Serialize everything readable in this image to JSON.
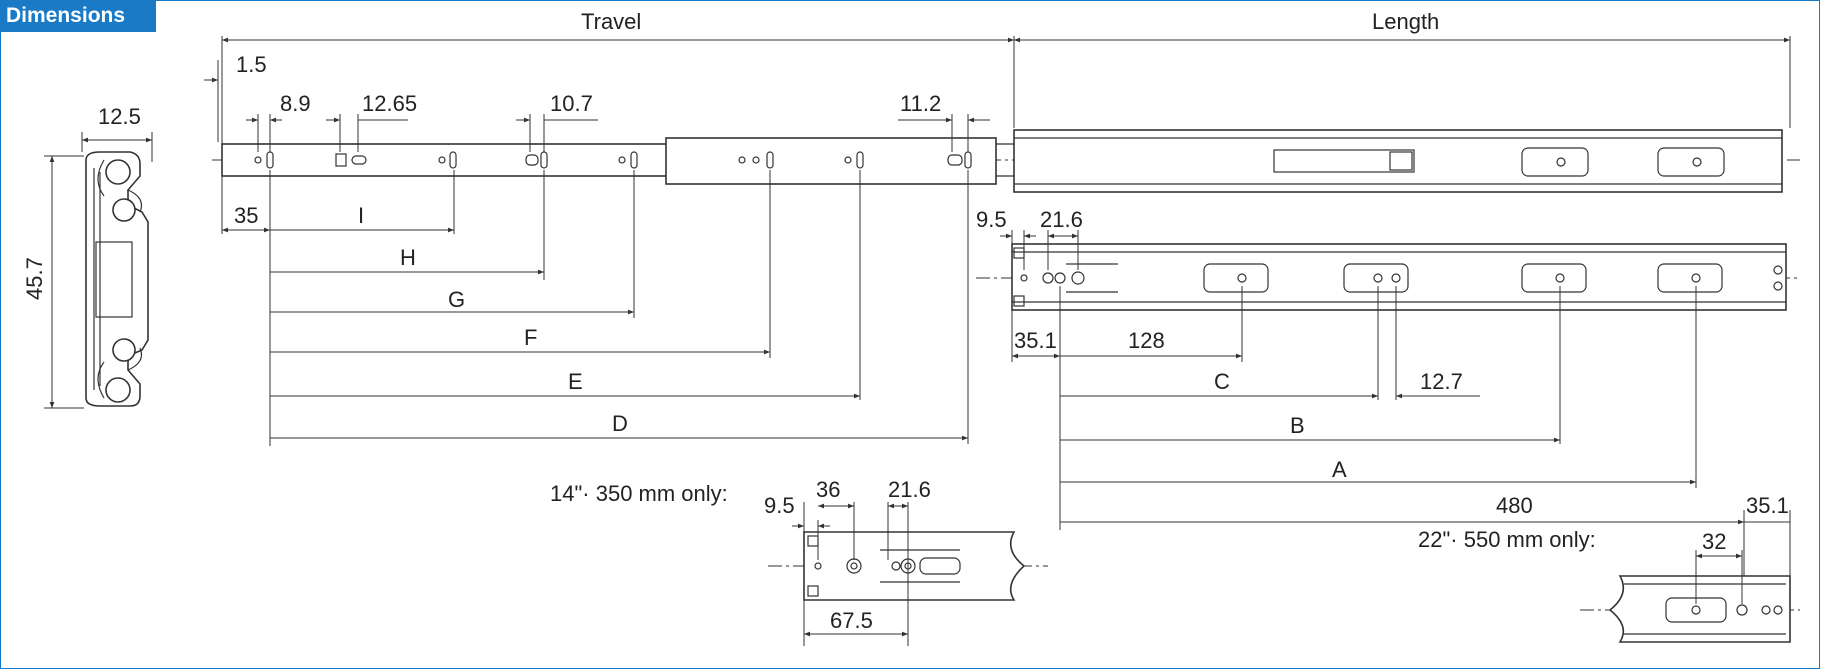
{
  "header": {
    "title": "Dimensions"
  },
  "labels": {
    "travel": "Travel",
    "length": "Length",
    "d_1_5": "1.5",
    "d_8_9": "8.9",
    "d_12_65": "12.65",
    "d_10_7": "10.7",
    "d_11_2": "11.2",
    "d_12_5": "12.5",
    "d_45_7": "45.7",
    "d_35": "35",
    "I": "I",
    "H": "H",
    "G": "G",
    "F": "F",
    "E": "E",
    "D": "D",
    "d_9_5": "9.5",
    "d_21_6": "21.6",
    "d_35_1": "35.1",
    "d_128": "128",
    "C": "C",
    "d_12_7": "12.7",
    "B": "B",
    "A": "A",
    "d_480": "480",
    "d_35_1b": "35.1",
    "note_14": "14\"· 350 mm only:",
    "d_9_5b": "9.5",
    "d_36": "36",
    "d_21_6b": "21.6",
    "d_67_5": "67.5",
    "note_22": "22\"· 550 mm only:",
    "d_32": "32"
  }
}
